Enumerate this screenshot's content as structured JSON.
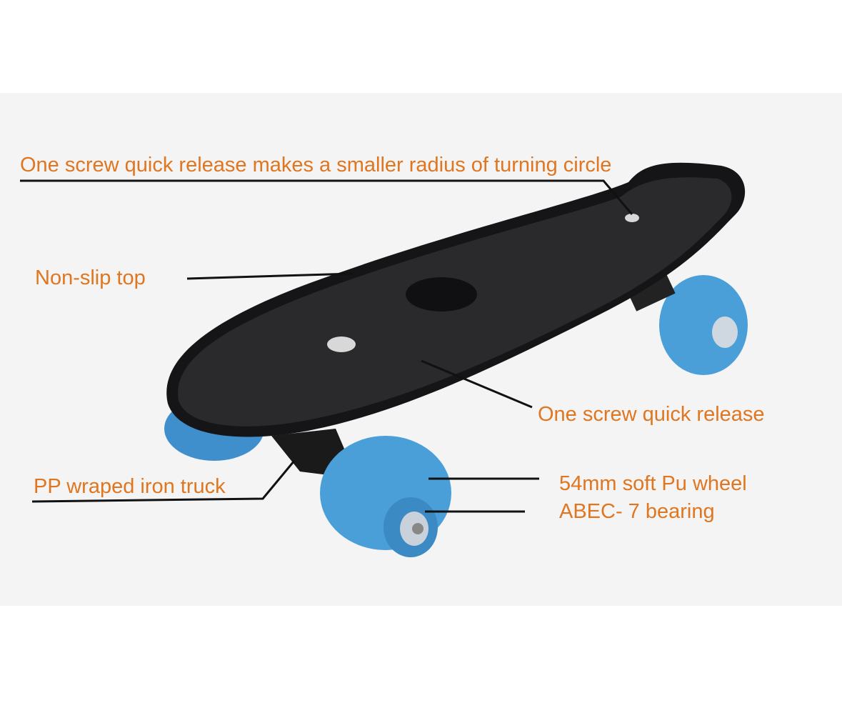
{
  "annotations": {
    "turning": "One screw quick release makes a smaller radius of turning circle",
    "nonslip": "Non-slip top",
    "release": "One screw quick release",
    "truck": "PP wraped iron truck",
    "wheel": "54mm soft Pu wheel",
    "bearing": "ABEC- 7 bearing"
  },
  "colors": {
    "label": "#e0761f",
    "deck": "#1c1c1e",
    "wheel": "#4a9fd8",
    "background": "#f4f4f4"
  }
}
